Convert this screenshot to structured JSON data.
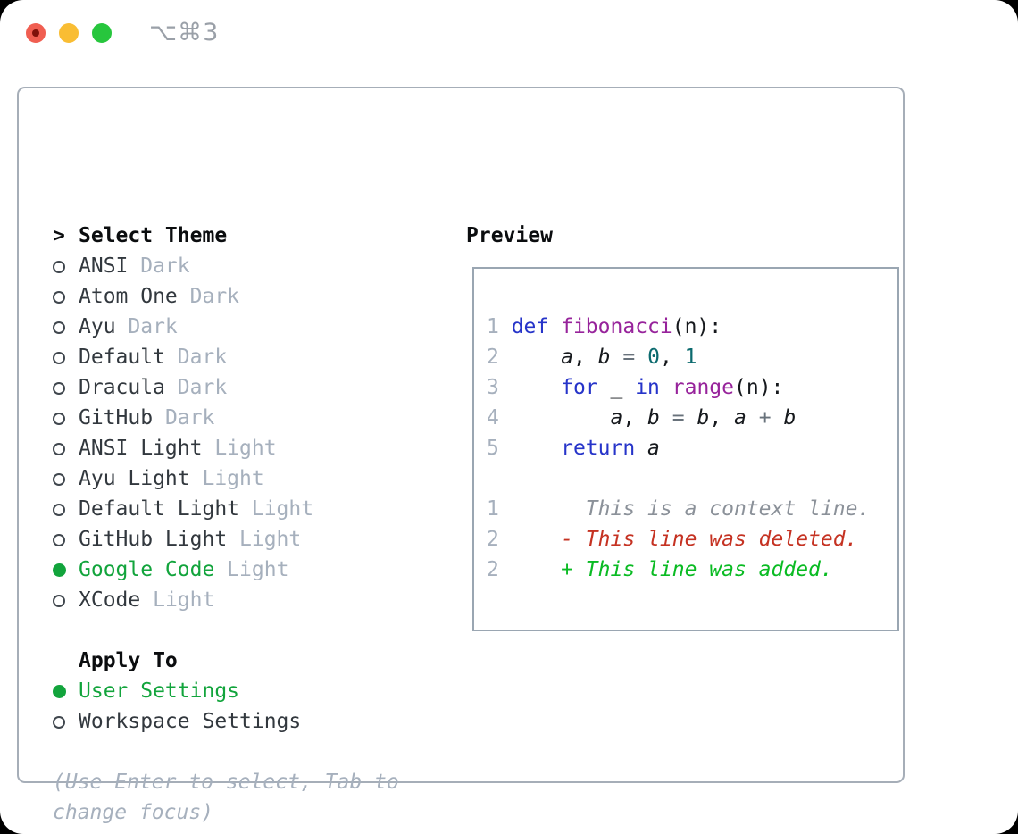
{
  "window": {
    "title": "⌥⌘3"
  },
  "colors": {
    "accent-green": "#12a43c",
    "keyword": "#2634c9",
    "function": "#97239b",
    "number": "#0b6a6e",
    "operator": "#68727b",
    "plain": "#16191d",
    "line-number": "#a6b0bd",
    "context": "#8b9199",
    "deleted": "#c53222",
    "added": "#0abb23",
    "muted": "#a6b0bd",
    "text": "#32383e",
    "header": "#0b0d0f",
    "circle": "#40474e",
    "panel-border": "#a6aeb8",
    "preview-border": "#9aa6b2",
    "titlebar-text": "#9aa0a8",
    "tl-red": "#f05e51",
    "tl-red-dot": "#7f110a",
    "tl-yellow": "#f9bd33",
    "tl-green": "#27c63d"
  },
  "theme_list": {
    "header_marker": ">",
    "header": "Select Theme",
    "items": [
      {
        "name": "ANSI",
        "variant": "Dark",
        "selected": false
      },
      {
        "name": "Atom One",
        "variant": "Dark",
        "selected": false
      },
      {
        "name": "Ayu",
        "variant": "Dark",
        "selected": false
      },
      {
        "name": "Default",
        "variant": "Dark",
        "selected": false
      },
      {
        "name": "Dracula",
        "variant": "Dark",
        "selected": false
      },
      {
        "name": "GitHub",
        "variant": "Dark",
        "selected": false
      },
      {
        "name": "ANSI Light",
        "variant": "Light",
        "selected": false
      },
      {
        "name": "Ayu Light",
        "variant": "Light",
        "selected": false
      },
      {
        "name": "Default Light",
        "variant": "Light",
        "selected": false
      },
      {
        "name": "GitHub Light",
        "variant": "Light",
        "selected": false
      },
      {
        "name": "Google Code",
        "variant": "Light",
        "selected": true
      },
      {
        "name": "XCode",
        "variant": "Light",
        "selected": false
      }
    ]
  },
  "apply_to": {
    "header": "Apply To",
    "options": [
      {
        "name": "User Settings",
        "selected": true
      },
      {
        "name": "Workspace Settings",
        "selected": false
      }
    ]
  },
  "help_lines": [
    "(Use Enter to select, Tab to",
    "change focus)"
  ],
  "preview": {
    "title": "Preview",
    "lines": [
      {
        "tokens": [
          {
            "c": "ln",
            "t": "1 "
          },
          {
            "c": "kw",
            "t": "def"
          },
          {
            "c": "pl",
            "t": " "
          },
          {
            "c": "fn",
            "t": "fibonacci"
          },
          {
            "c": "pl",
            "t": "(n):"
          }
        ]
      },
      {
        "tokens": [
          {
            "c": "ln",
            "t": "2 "
          },
          {
            "c": "pl",
            "t": "    "
          },
          {
            "c": "var",
            "t": "a"
          },
          {
            "c": "pl",
            "t": ", "
          },
          {
            "c": "var",
            "t": "b"
          },
          {
            "c": "pl",
            "t": " "
          },
          {
            "c": "op",
            "t": "="
          },
          {
            "c": "pl",
            "t": " "
          },
          {
            "c": "num",
            "t": "0"
          },
          {
            "c": "pl",
            "t": ", "
          },
          {
            "c": "num",
            "t": "1"
          }
        ]
      },
      {
        "tokens": [
          {
            "c": "ln",
            "t": "3 "
          },
          {
            "c": "pl",
            "t": "    "
          },
          {
            "c": "kw",
            "t": "for"
          },
          {
            "c": "pl",
            "t": " _ "
          },
          {
            "c": "kw",
            "t": "in"
          },
          {
            "c": "pl",
            "t": " "
          },
          {
            "c": "fn",
            "t": "range"
          },
          {
            "c": "pl",
            "t": "(n):"
          }
        ]
      },
      {
        "tokens": [
          {
            "c": "ln",
            "t": "4 "
          },
          {
            "c": "pl",
            "t": "        "
          },
          {
            "c": "var",
            "t": "a"
          },
          {
            "c": "pl",
            "t": ", "
          },
          {
            "c": "var",
            "t": "b"
          },
          {
            "c": "pl",
            "t": " "
          },
          {
            "c": "op",
            "t": "="
          },
          {
            "c": "pl",
            "t": " "
          },
          {
            "c": "var",
            "t": "b"
          },
          {
            "c": "pl",
            "t": ", "
          },
          {
            "c": "var",
            "t": "a"
          },
          {
            "c": "pl",
            "t": " "
          },
          {
            "c": "op",
            "t": "+"
          },
          {
            "c": "pl",
            "t": " "
          },
          {
            "c": "var",
            "t": "b"
          }
        ]
      },
      {
        "tokens": [
          {
            "c": "ln",
            "t": "5 "
          },
          {
            "c": "pl",
            "t": "    "
          },
          {
            "c": "kw",
            "t": "return"
          },
          {
            "c": "pl",
            "t": " "
          },
          {
            "c": "var",
            "t": "a"
          }
        ]
      },
      {
        "tokens": []
      },
      {
        "tokens": [
          {
            "c": "ln",
            "t": "1"
          },
          {
            "c": "ctx",
            "t": "       This is a context line."
          }
        ]
      },
      {
        "tokens": [
          {
            "c": "ln",
            "t": "2"
          },
          {
            "c": "del",
            "t": "     - This line was deleted."
          }
        ]
      },
      {
        "tokens": [
          {
            "c": "ln",
            "t": "2"
          },
          {
            "c": "add",
            "t": "     + This line was added."
          }
        ]
      }
    ]
  }
}
